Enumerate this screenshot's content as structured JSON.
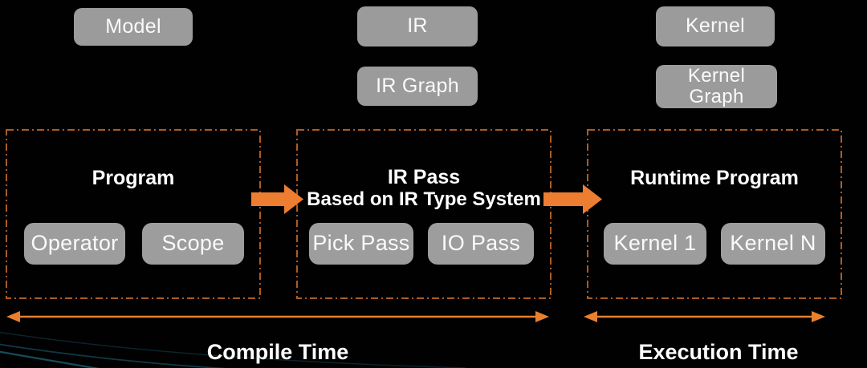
{
  "colors": {
    "background": "#010101",
    "box_gray": "#9b9b9b",
    "box_text": "#fafafa",
    "accent_orange": "#ed7d31",
    "dashed_border": "#ad5b21",
    "timeline_arrow": "#e8802e",
    "decor_teal": "#1d6d86"
  },
  "top_row": {
    "model": "Model",
    "ir": "IR",
    "ir_graph": "IR Graph",
    "kernel": "Kernel",
    "kernel_graph": "Kernel\nGraph"
  },
  "panels": [
    {
      "title": "Program",
      "items": [
        "Operator",
        "Scope"
      ]
    },
    {
      "title": "IR Pass",
      "subtitle": "Based on IR Type System",
      "items": [
        "Pick Pass",
        "IO Pass"
      ]
    },
    {
      "title": "Runtime Program",
      "items": [
        "Kernel 1",
        "Kernel N"
      ]
    }
  ],
  "timeline": {
    "compile_label": "Compile Time",
    "execution_label": "Execution Time"
  }
}
